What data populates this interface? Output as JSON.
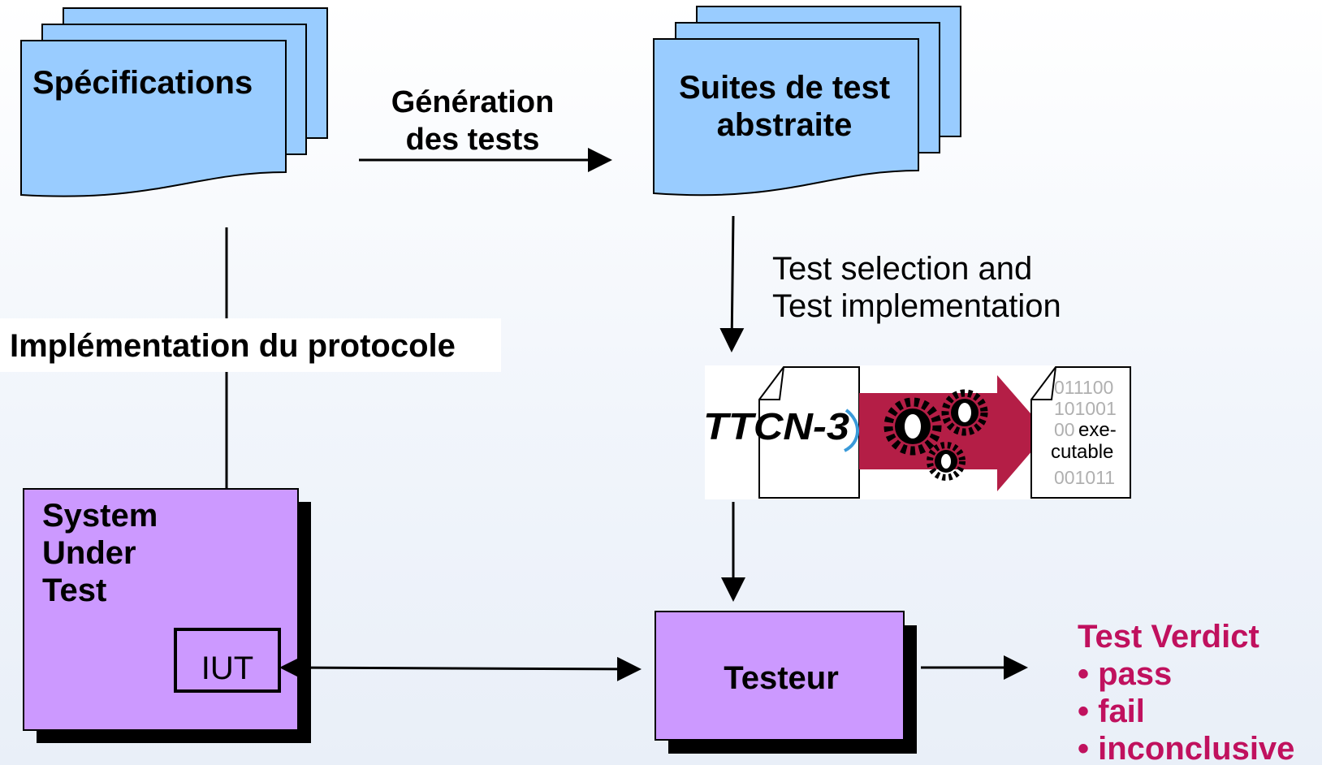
{
  "diagram": {
    "specifications": {
      "label": "Spécifications"
    },
    "generation": {
      "lines": [
        "Génération",
        "des tests"
      ]
    },
    "abstract_suites": {
      "lines": [
        "Suites de test",
        "abstraite"
      ]
    },
    "test_selection": {
      "lines": [
        "Test selection and",
        "Test implementation"
      ]
    },
    "implementation": {
      "label": "Implémentation du protocole"
    },
    "sut": {
      "lines": [
        "System",
        "Under",
        "Test"
      ]
    },
    "iut": {
      "label": "IUT"
    },
    "tester": {
      "label": "Testeur"
    },
    "ttcn": {
      "logo_text": "TTCN-3",
      "binary_lines": [
        "011100",
        "101001",
        "00",
        "",
        "001011"
      ],
      "exe_lines": [
        "exe-",
        "cutable"
      ]
    },
    "verdict": {
      "title": "Test Verdict",
      "items": [
        "• pass",
        "• fail",
        "• inconclusive"
      ]
    },
    "colors": {
      "doc_fill": "#99ccff",
      "box_fill": "#cc99ff",
      "verdict": "#c0115e",
      "arrow_red": "#b41e46"
    }
  }
}
